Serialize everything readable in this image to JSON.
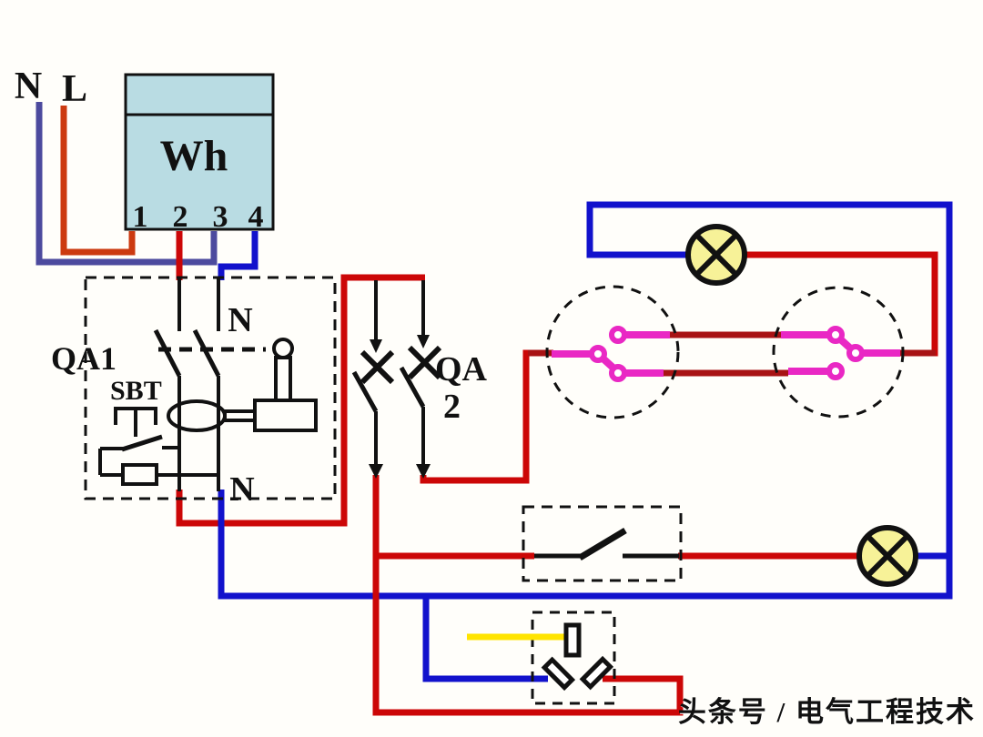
{
  "diagram": {
    "type": "household electrical wiring diagram: kWh meter, RCD, breaker, two-way switched lamp, single-switched lamp, socket",
    "watermark": "头条号 / 电气工程技术",
    "incoming": {
      "neutral_label": "N",
      "live_label": "L"
    },
    "meter": {
      "label": "Wh",
      "terminals": [
        "1",
        "2",
        "3",
        "4"
      ]
    },
    "rcd": {
      "label": "QA1",
      "test_button_label": "SBT",
      "neutral_label_top": "N",
      "neutral_label_bottom": "N"
    },
    "breaker": {
      "label_line1": "QA",
      "label_line2": "2"
    },
    "colors": {
      "incoming_neutral": "#4c4a9e",
      "incoming_live": "#cc3a10",
      "live": "#cc0707",
      "neutral": "#1212cc",
      "earth": "#ffe400",
      "traveler": "#a81314",
      "switch_pink": "#e928c4",
      "lamp_fill": "#f7f298",
      "meter_fill": "#b9dce3",
      "watermark": "#c9c9c9"
    }
  }
}
